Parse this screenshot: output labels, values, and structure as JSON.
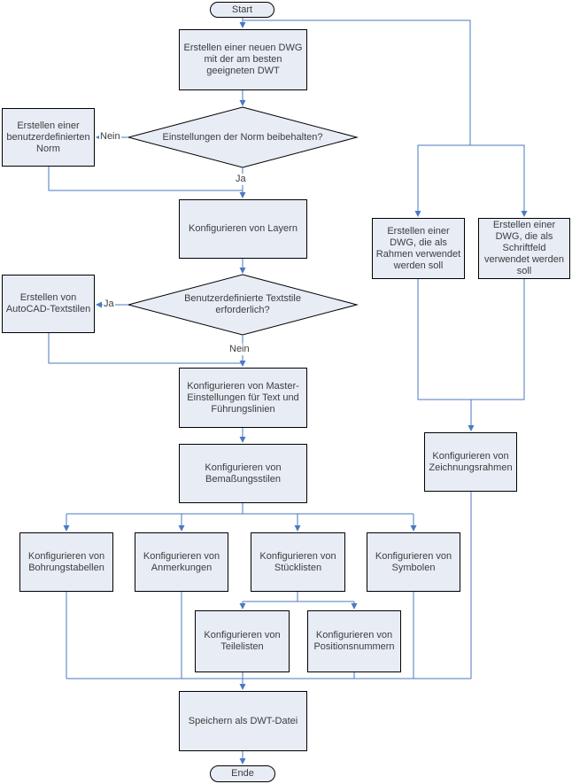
{
  "colors": {
    "node_fill": "#e7ecf5",
    "node_border": "#000000",
    "connector": "#4a7ac2",
    "text_color": "#3d3d3d",
    "background": "#ffffff"
  },
  "nodes": {
    "start": {
      "type": "terminator",
      "label": "Start"
    },
    "create_dwg": {
      "type": "process",
      "label": "Erstellen einer neuen DWG mit der am besten geeigneten DWT"
    },
    "norm_decision": {
      "type": "decision",
      "label": "Einstellungen der Norm beibehalten?"
    },
    "custom_norm": {
      "type": "process",
      "label": "Erstellen einer benutzerdefinierten Norm"
    },
    "layers": {
      "type": "process",
      "label": "Konfigurieren von Layern"
    },
    "textstyle_decision": {
      "type": "decision",
      "label": "Benutzerdefinierte Textstile erforderlich?"
    },
    "autocad_textstyles": {
      "type": "process",
      "label": "Erstellen von AutoCAD-Textstilen"
    },
    "master_settings": {
      "type": "process",
      "label": "Konfigurieren von Master-Einstellungen für Text und Führungslinien"
    },
    "dimension_styles": {
      "type": "process",
      "label": "Konfigurieren von Bemaßungsstilen"
    },
    "hole_tables": {
      "type": "process",
      "label": "Konfigurieren von Bohrungstabellen"
    },
    "annotations": {
      "type": "process",
      "label": "Konfigurieren von Anmerkungen"
    },
    "parts_lists": {
      "type": "process",
      "label": "Konfigurieren von Stücklisten"
    },
    "symbols": {
      "type": "process",
      "label": "Konfigurieren von Symbolen"
    },
    "part_lists": {
      "type": "process",
      "label": "Konfigurieren von Teilelisten"
    },
    "item_numbers": {
      "type": "process",
      "label": "Konfigurieren von Positionsnummern"
    },
    "frame_dwg": {
      "type": "process",
      "label": "Erstellen einer DWG, die als Rahmen verwendet werden soll"
    },
    "titleblock_dwg": {
      "type": "process",
      "label": "Erstellen einer DWG, die als Schriftfeld verwendet werden soll"
    },
    "drawing_frame": {
      "type": "process",
      "label": "Konfigurieren von Zeichnungsrahmen"
    },
    "save_dwt": {
      "type": "process",
      "label": "Speichern als DWT-Datei"
    },
    "end": {
      "type": "terminator",
      "label": "Ende"
    }
  },
  "edge_labels": {
    "norm_no": "Nein",
    "norm_yes": "Ja",
    "textstyle_yes": "Ja",
    "textstyle_no": "Nein"
  }
}
